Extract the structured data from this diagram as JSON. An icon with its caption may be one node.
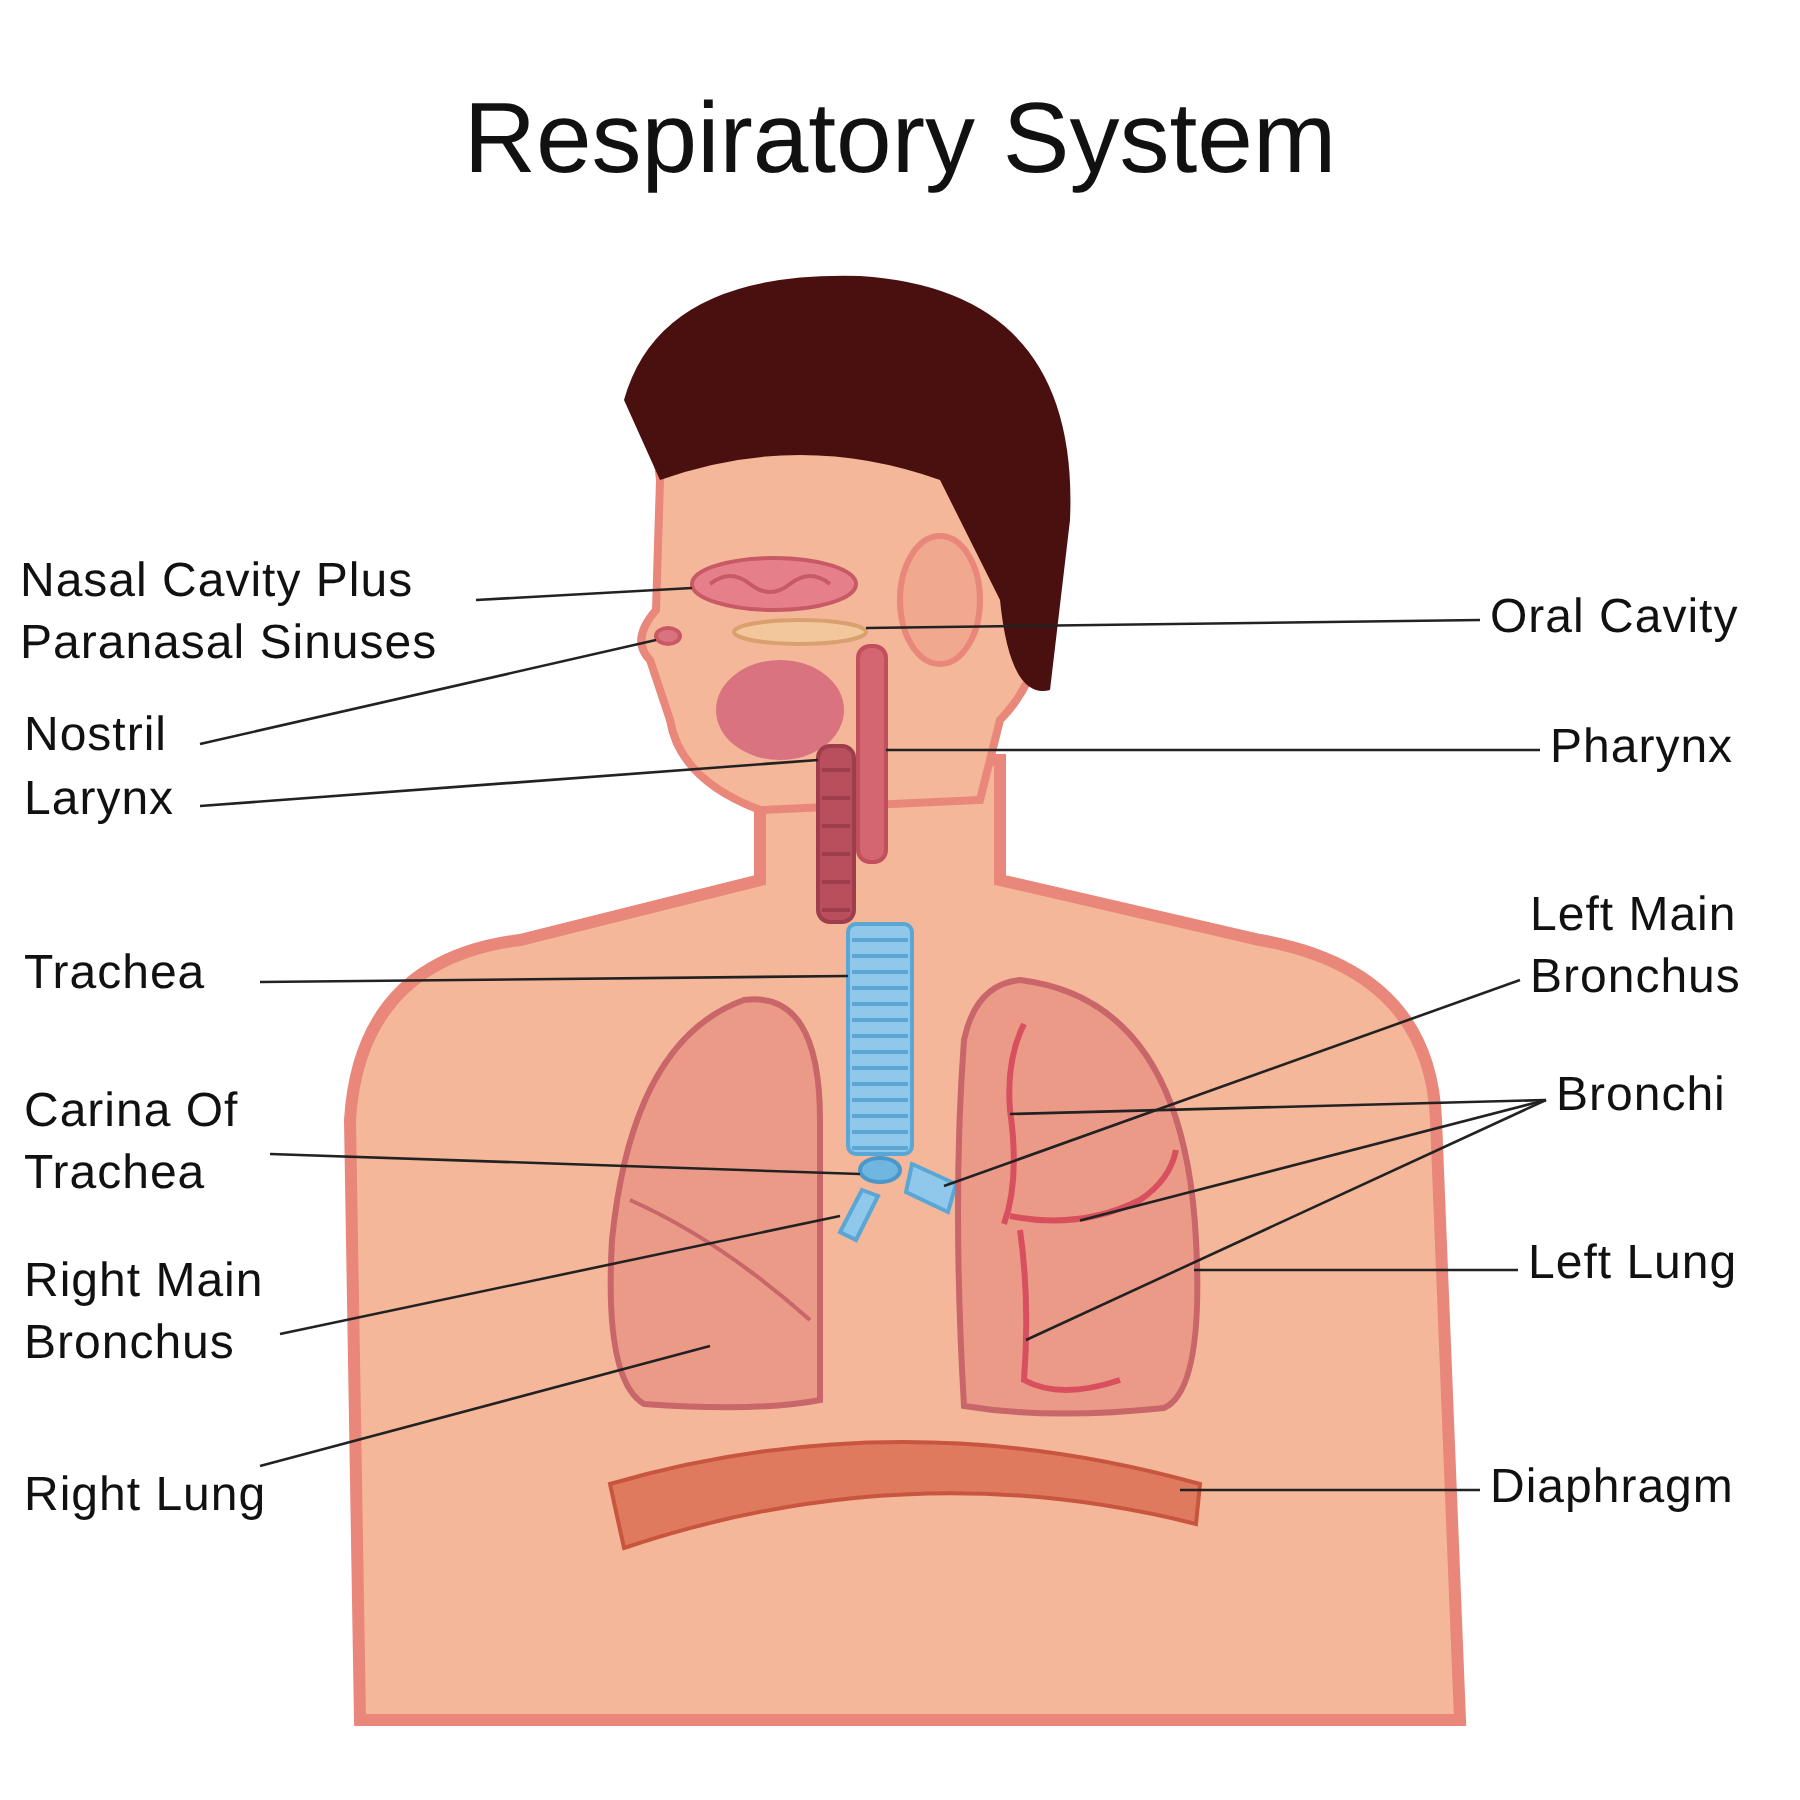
{
  "diagram": {
    "title": "Respiratory System",
    "nodes": [
      {
        "text": [
          "Nasal Cavity Plus Paranasal Sinuses"
        ]
      },
      {
        "text": [
          "Oral Cavity"
        ]
      },
      {
        "text": [
          "Nostril"
        ]
      },
      {
        "text": [
          "Pharynx"
        ]
      },
      {
        "text": [
          "Larynx"
        ]
      },
      {
        "text": [
          "Trachea"
        ]
      },
      {
        "text": [
          "Left Main Bronchus"
        ]
      },
      {
        "text": [
          "Bronchi"
        ]
      },
      {
        "text": [
          "Carina Of Trachea"
        ]
      },
      {
        "text": [
          "Left Lung"
        ]
      },
      {
        "text": [
          "Right Main Bronchus"
        ]
      },
      {
        "text": [
          "Right Lung"
        ]
      },
      {
        "text": [
          "Diaphragm"
        ]
      },
      {
        "text": [],
        "shape": "circle"
      },
      {
        "text": [],
        "shape": "circle"
      },
      {
        "text": [],
        "shape": "circle"
      },
      {
        "text": [],
        "shape": "box"
      },
      {
        "text": [],
        "shape": "box"
      },
      {
        "text": [],
        "shape": "picture"
      },
      {
        "text": [],
        "shape": "picture"
      },
      {
        "text": [],
        "shape": "picture",
        "in": 24
      },
      {
        "text": [],
        "shape": "picture",
        "in": 24
      },
      {
        "text": [],
        "shape": "picture",
        "in": 24
      },
      {
        "text": [],
        "shape": "circle"
      },
      {
        "text": [],
        "shape": "picture"
      },
      {
        "text": [],
        "shape": "picture"
      },
      {
        "text": [],
        "shape": "picture"
      },
      {
        "text": [],
        "shape": "picture"
      }
    ],
    "edges": [
      {
        "from": 0,
        "to": 13,
        "arrow": "none"
      },
      {
        "from": 1,
        "to": 14,
        "arrow": "none"
      },
      {
        "from": 2,
        "to": 15,
        "arrow": "none"
      },
      {
        "from": 3,
        "to": 17,
        "arrow": "none"
      },
      {
        "from": 4,
        "to": 16,
        "arrow": "none"
      },
      {
        "from": 5,
        "to": 18,
        "arrow": "none"
      },
      {
        "from": 6,
        "to": 19,
        "arrow": "none"
      },
      {
        "from": 7,
        "to": 20,
        "arrow": "none"
      },
      {
        "from": 7,
        "to": 21,
        "arrow": "none"
      },
      {
        "from": 7,
        "to": 22,
        "arrow": "none"
      },
      {
        "from": 8,
        "to": 23,
        "arrow": "none"
      },
      {
        "from": 9,
        "to": 24,
        "arrow": "none"
      },
      {
        "from": 10,
        "to": 25,
        "arrow": "none"
      },
      {
        "from": 11,
        "to": 26,
        "arrow": "none"
      },
      {
        "from": 12,
        "to": 27,
        "arrow": "none"
      }
    ]
  }
}
